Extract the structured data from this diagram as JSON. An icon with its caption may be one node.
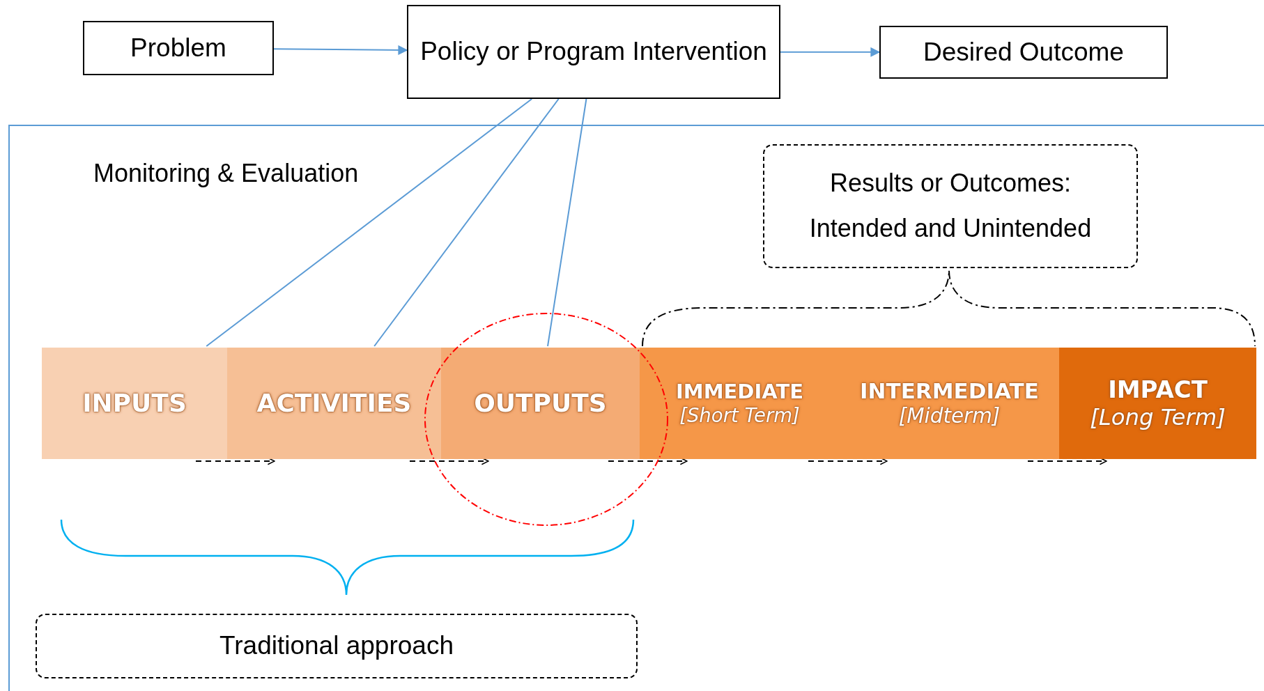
{
  "diagram": {
    "nodes": [
      {
        "text": [
          "Problem"
        ]
      },
      {
        "text": [
          "Policy or Program Intervention"
        ]
      },
      {
        "text": [
          "Desired Outcome"
        ]
      },
      {
        "text": [
          "Monitoring & Evaluation"
        ]
      },
      {
        "text": [
          "Results or Outcomes: Intended and Unintended"
        ],
        "in": 3
      },
      {
        "text": [
          "INPUTS"
        ],
        "in": 3
      },
      {
        "text": [
          "ACTIVITIES"
        ],
        "in": 3
      },
      {
        "text": [
          "OUTPUTS"
        ],
        "in": 3
      },
      {
        "text": [
          "IMMEDIATE",
          "[Short Term]"
        ],
        "in": 3
      },
      {
        "text": [
          "INTERMEDIATE",
          "[Midterm]"
        ],
        "in": 3
      },
      {
        "text": [
          "IMPACT",
          "[Long Term]"
        ],
        "in": 3
      },
      {
        "text": [
          "Traditional approach"
        ],
        "in": 3
      }
    ],
    "edges": [
      {
        "from": 0,
        "to": 1,
        "arrow": "to"
      },
      {
        "from": 1,
        "to": 2,
        "arrow": "to"
      },
      {
        "from": 1,
        "to": 5,
        "arrow": "none"
      },
      {
        "from": 1,
        "to": 6,
        "arrow": "none"
      },
      {
        "from": 1,
        "to": 7,
        "arrow": "none"
      },
      {
        "from": 5,
        "to": 6,
        "arrow": "to",
        "style": "dashed",
        "color": "#000000"
      },
      {
        "from": 6,
        "to": 7,
        "arrow": "to",
        "style": "dashed",
        "color": "#000000"
      },
      {
        "from": 7,
        "to": 8,
        "arrow": "to",
        "style": "dashed",
        "color": "#000000"
      },
      {
        "from": 8,
        "to": 9,
        "arrow": "to",
        "style": "dashed",
        "color": "#000000"
      },
      {
        "from": 9,
        "to": 10,
        "arrow": "to",
        "style": "dashed",
        "color": "#000000"
      }
    ]
  }
}
